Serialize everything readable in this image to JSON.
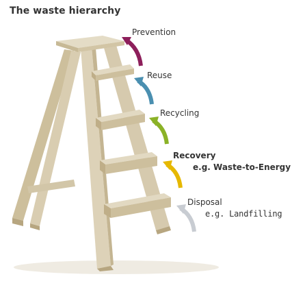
{
  "title": "The waste hierarchy",
  "steps": [
    {
      "label": "Prevention",
      "sublabel": "",
      "color": "#8d1f5b",
      "emphasis": false
    },
    {
      "label": "Reuse",
      "sublabel": "",
      "color": "#4a8fb0",
      "emphasis": false
    },
    {
      "label": "Recycling",
      "sublabel": "",
      "color": "#8bb227",
      "emphasis": false
    },
    {
      "label": "Recovery",
      "sublabel": "e.g. Waste-to-Energy",
      "color": "#e6b800",
      "emphasis": true
    },
    {
      "label": "Disposal",
      "sublabel": "e.g. Landfilling",
      "color": "#c8ccd2",
      "emphasis": false
    }
  ],
  "colors": {
    "wood_light": "#ddd3bc",
    "wood_mid": "#cbbf9f",
    "wood_dark": "#b5a683",
    "shadow": "#e6e1d5",
    "text": "#333333"
  }
}
